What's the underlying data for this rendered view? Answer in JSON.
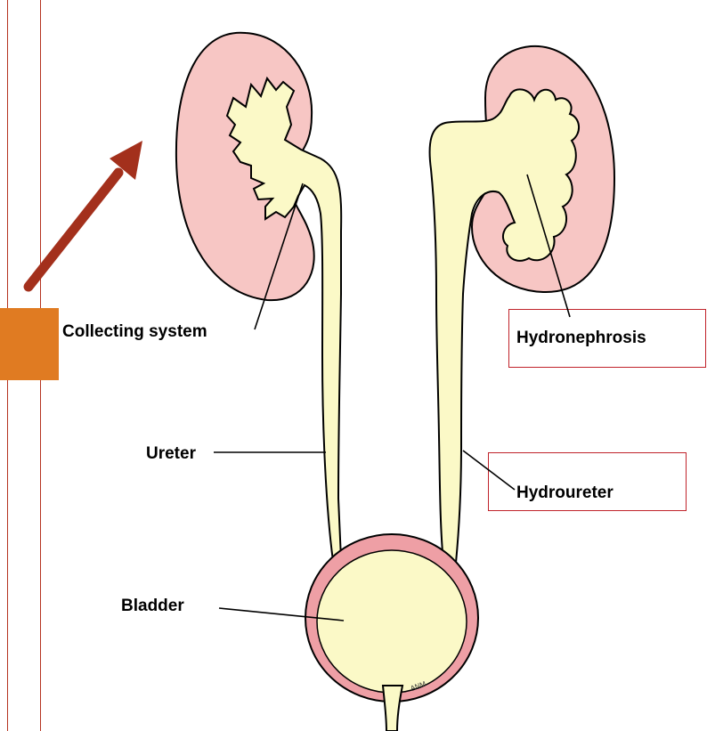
{
  "labels": {
    "collecting_system": "Collecting system",
    "ureter": "Ureter",
    "bladder": "Bladder",
    "hydronephrosis": "Hydronephrosis",
    "hydroureter": "Hydroureter",
    "artist_mark": "ANM"
  },
  "colors": {
    "frame_line": "#b5331f",
    "orange_square": "#e07b22",
    "arrow": "#a3301c",
    "label_box_border": "#c0232b",
    "kidney_tissue": "#f7c6c4",
    "urine_fluid": "#fbf9c7",
    "bladder_wall": "#ee9fa5",
    "outline": "#000000"
  }
}
